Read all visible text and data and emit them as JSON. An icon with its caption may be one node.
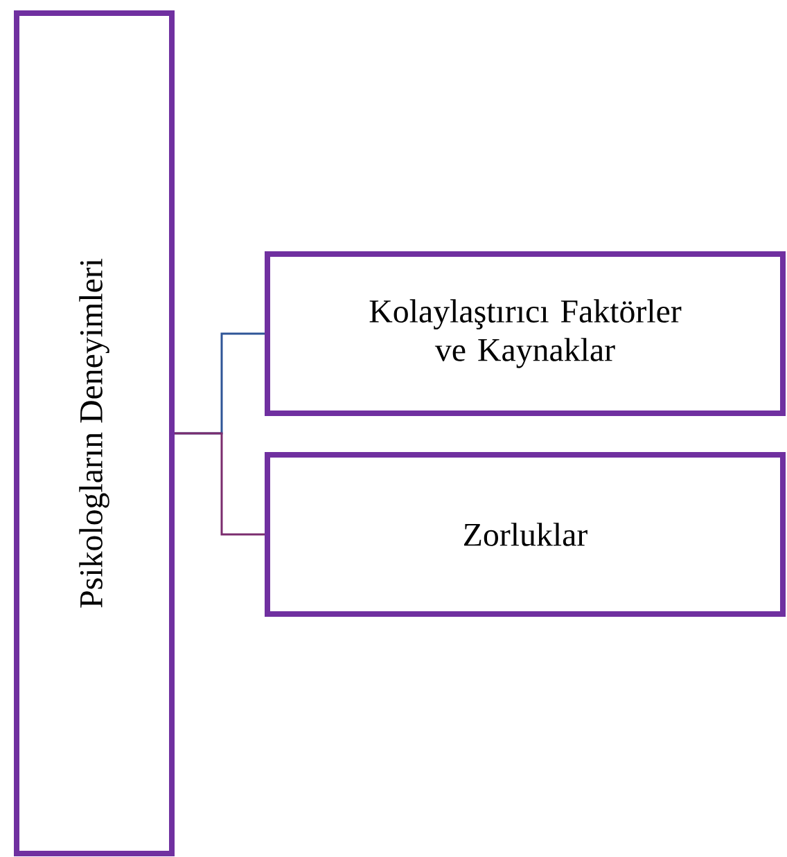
{
  "diagram": {
    "nodes": [
      {
        "text": [
          "Psikologların Deneyimleri"
        ]
      },
      {
        "text": [
          "Kolaylaştırıcı Faktörler ve Kaynaklar"
        ]
      },
      {
        "text": [
          "Zorluklar"
        ]
      }
    ],
    "edges": [
      {
        "from": 0,
        "to": 1,
        "arrow": "none",
        "color": "#2f5597"
      },
      {
        "from": 0,
        "to": 2,
        "arrow": "none",
        "color": "#7b2c6e"
      }
    ]
  }
}
